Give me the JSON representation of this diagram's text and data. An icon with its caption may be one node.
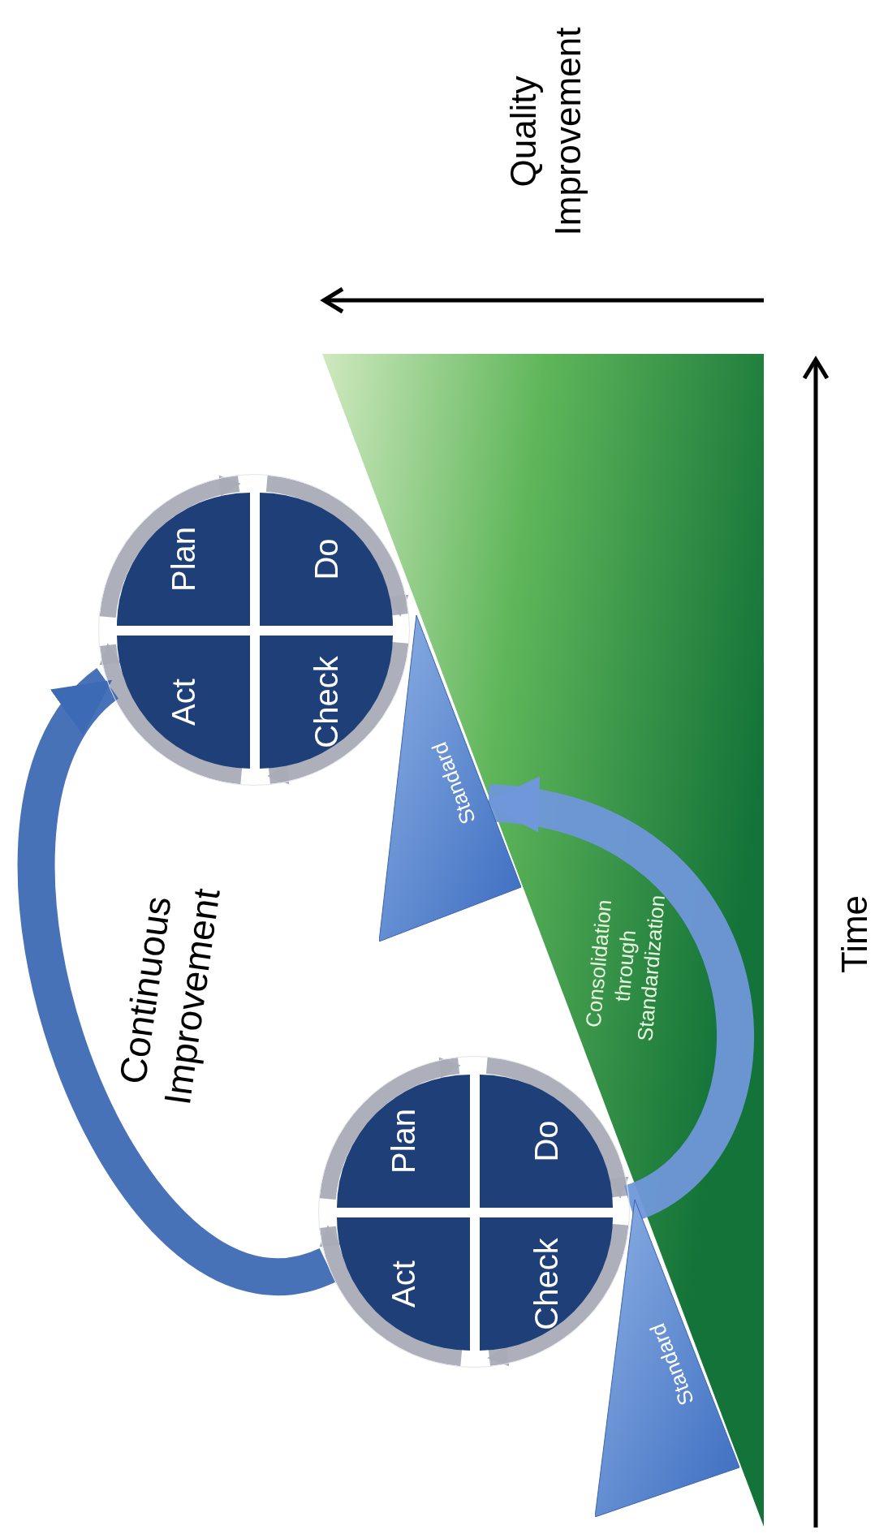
{
  "diagram": {
    "nodes": [
      {
        "text": [],
        "shape": "circle"
      },
      {
        "text": [
          "Plan"
        ],
        "in": 0
      },
      {
        "text": [
          "Do"
        ],
        "in": 0
      },
      {
        "text": [
          "Act"
        ],
        "in": 0
      },
      {
        "text": [
          "Check"
        ],
        "in": 0
      },
      {
        "text": [
          "Standard"
        ]
      },
      {
        "text": [],
        "shape": "circle"
      },
      {
        "text": [
          "Plan"
        ],
        "in": 6
      },
      {
        "text": [
          "Do"
        ],
        "in": 6
      },
      {
        "text": [
          "Act"
        ],
        "in": 6
      },
      {
        "text": [
          "Check"
        ],
        "in": 6
      },
      {
        "text": [
          "Standard"
        ]
      }
    ],
    "edges": [
      {
        "from": 1,
        "to": 2,
        "arrow": "to"
      },
      {
        "from": 2,
        "to": 4,
        "arrow": "to"
      },
      {
        "from": 4,
        "to": 3,
        "arrow": "to"
      },
      {
        "from": 3,
        "to": 1,
        "arrow": "to"
      },
      {
        "from": 7,
        "to": 8,
        "arrow": "to"
      },
      {
        "from": 8,
        "to": 10,
        "arrow": "to"
      },
      {
        "from": 10,
        "to": 9,
        "arrow": "to"
      },
      {
        "from": 9,
        "to": 7,
        "arrow": "to"
      },
      {
        "from": 6,
        "to": 0,
        "arrow": "to",
        "label": "Continuous Improvement",
        "style": "thick",
        "color": "#3d6ab4"
      },
      {
        "from": 6,
        "to": 5,
        "arrow": "to",
        "label": "Consolidation through Standardization",
        "style": "thick",
        "color": "#6f97d9"
      }
    ],
    "labels": [
      "Quality Improvement",
      "Time"
    ]
  }
}
